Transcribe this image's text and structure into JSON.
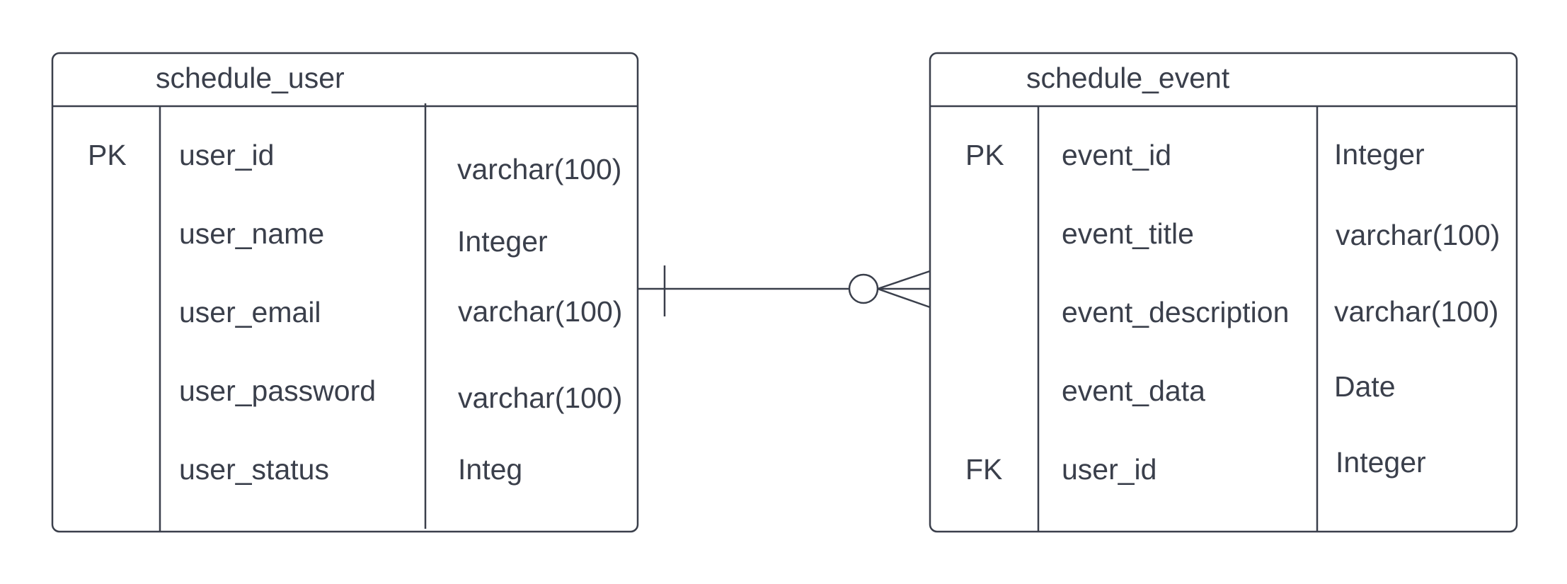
{
  "entities": [
    {
      "name": "schedule_user",
      "rows": [
        {
          "key": "PK",
          "field": "user_id",
          "type": "varchar(100)"
        },
        {
          "key": "",
          "field": "user_name",
          "type": "Integer"
        },
        {
          "key": "",
          "field": "user_email",
          "type": "varchar(100)"
        },
        {
          "key": "",
          "field": "user_password",
          "type": "varchar(100)"
        },
        {
          "key": "",
          "field": "user_status",
          "type": "Integ"
        }
      ]
    },
    {
      "name": "schedule_event",
      "rows": [
        {
          "key": "PK",
          "field": "event_id",
          "type": "Integer"
        },
        {
          "key": "",
          "field": "event_title",
          "type": "varchar(100)"
        },
        {
          "key": "",
          "field": "event_description",
          "type": "varchar(100)"
        },
        {
          "key": "",
          "field": "event_data",
          "type": "Date"
        },
        {
          "key": "FK",
          "field": "user_id",
          "type": "Integer"
        }
      ]
    }
  ],
  "relationship": {
    "from": "schedule_user",
    "to": "schedule_event",
    "from_cardinality": "one",
    "to_cardinality": "zero-or-many"
  },
  "colors": {
    "line": "#3a3f4b",
    "text": "#3a3f4b",
    "background": "#ffffff"
  }
}
